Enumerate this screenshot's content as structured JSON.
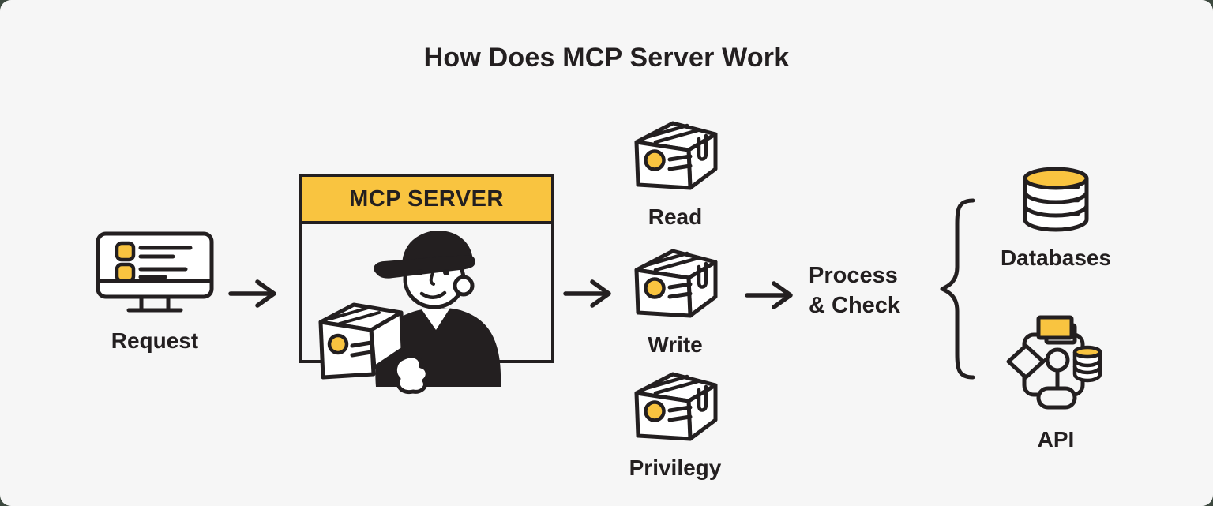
{
  "title": "How Does MCP Server Work",
  "colors": {
    "background": "#f6f6f6",
    "surround": "#3d493f",
    "ink": "#231f20",
    "accent_yellow": "#f9c440",
    "white": "#ffffff"
  },
  "request": {
    "label": "Request",
    "icon": "monitor-icon"
  },
  "server": {
    "header": "MCP SERVER",
    "icon": "delivery-person-icon"
  },
  "operations": [
    {
      "label": "Read",
      "icon": "package-icon"
    },
    {
      "label": "Write",
      "icon": "package-icon"
    },
    {
      "label": "Privilegy",
      "icon": "package-icon"
    }
  ],
  "process": {
    "line1": "Process",
    "line2": "& Check"
  },
  "targets": [
    {
      "label": "Databases",
      "icon": "database-cylinder-icon"
    },
    {
      "label": "API",
      "icon": "api-flowchart-icon"
    }
  ],
  "connectors": {
    "arrow": "right-arrow-icon",
    "brace": "curly-brace"
  }
}
